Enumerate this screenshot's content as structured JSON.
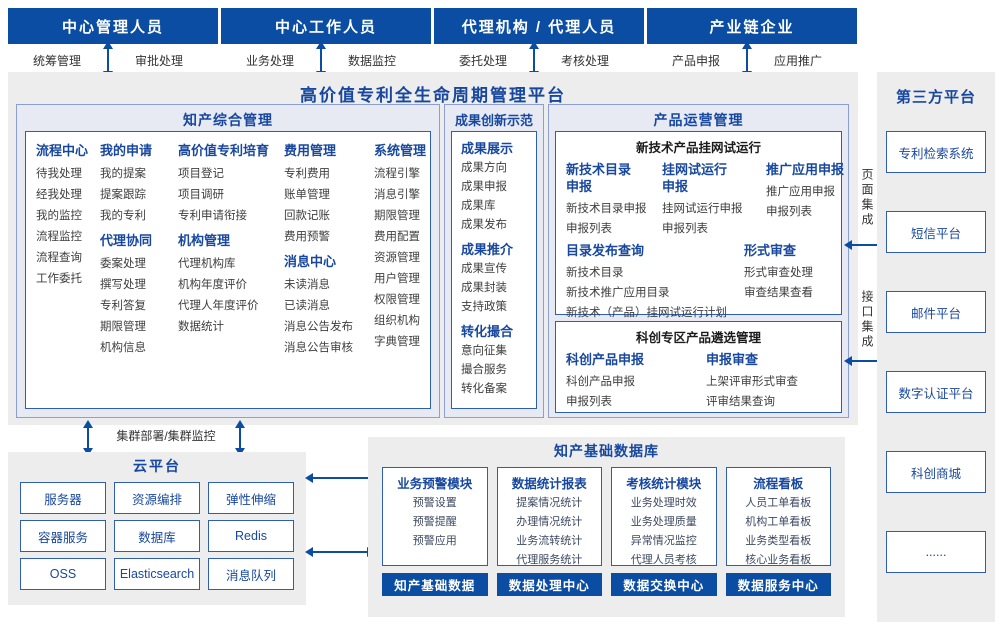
{
  "colors": {
    "primary_blue": "#0b4da2",
    "heading_blue": "#17479e",
    "panel_gray": "#ededed",
    "section_bg": "#e7e9f3",
    "white": "#ffffff"
  },
  "top_actors": [
    {
      "title": "中心管理人员",
      "left": "统筹管理",
      "right": "审批处理"
    },
    {
      "title": "中心工作人员",
      "left": "业务处理",
      "right": "数据监控"
    },
    {
      "title": "代理机构 / 代理人员",
      "left": "委托处理",
      "right": "考核处理"
    },
    {
      "title": "产业链企业",
      "left": "产品申报",
      "right": "应用推广"
    }
  ],
  "platform_title": "高价值专利全生命周期管理平台",
  "section_ip": {
    "title": "知产综合管理",
    "columns": [
      {
        "groups": [
          {
            "heading": "流程中心",
            "items": [
              "待我处理",
              "经我处理",
              "我的监控",
              "流程监控",
              "流程查询",
              "工作委托"
            ]
          }
        ]
      },
      {
        "groups": [
          {
            "heading": "我的申请",
            "items": [
              "我的提案",
              "提案跟踪",
              "我的专利"
            ]
          },
          {
            "heading": "代理协同",
            "items": [
              "委案处理",
              "撰写处理",
              "专利答复",
              "期限管理",
              "机构信息"
            ]
          }
        ]
      },
      {
        "groups": [
          {
            "heading": "高价值专利培育",
            "items": [
              "项目登记",
              "项目调研",
              "专利申请衔接"
            ]
          },
          {
            "heading": "机构管理",
            "items": [
              "代理机构库",
              "机构年度评价",
              "代理人年度评价",
              "数据统计"
            ]
          }
        ]
      },
      {
        "groups": [
          {
            "heading": "费用管理",
            "items": [
              "专利费用",
              "账单管理",
              "回款记账",
              "费用预警"
            ]
          },
          {
            "heading": "消息中心",
            "items": [
              "未读消息",
              "已读消息",
              "消息公告发布",
              "消息公告审核"
            ]
          }
        ]
      },
      {
        "groups": [
          {
            "heading": "系统管理",
            "items": [
              "流程引擎",
              "消息引擎",
              "期限管理",
              "费用配置",
              "资源管理",
              "用户管理",
              "权限管理",
              "组织机构",
              "字典管理"
            ]
          }
        ]
      }
    ]
  },
  "section_achievement": {
    "title": "成果创新示范",
    "groups": [
      {
        "heading": "成果展示",
        "items": [
          "成果方向",
          "成果申报",
          "成果库",
          "成果发布"
        ]
      },
      {
        "heading": "成果推介",
        "items": [
          "成果宣传",
          "成果封装",
          "支持政策"
        ]
      },
      {
        "heading": "转化撮合",
        "items": [
          "意向征集",
          "撮合服务",
          "转化备案"
        ]
      }
    ]
  },
  "section_product": {
    "title": "产品运营管理",
    "trial": {
      "title": "新技术产品挂网试运行",
      "columns": [
        {
          "heading": "新技术目录申报",
          "items": [
            "新技术目录申报",
            "申报列表"
          ]
        },
        {
          "heading": "挂网试运行申报",
          "items": [
            "挂网试运行申报",
            "申报列表"
          ]
        },
        {
          "heading": "推广应用申报",
          "items": [
            "推广应用申报",
            "申报列表"
          ]
        }
      ],
      "catalog": {
        "heading": "目录发布查询",
        "row1": [
          "新技术目录",
          "新技术推广应用目录"
        ],
        "row2": "新技术（产品）挂网试运行计划"
      },
      "review": {
        "heading": "形式审查",
        "items": [
          "形式审查处理",
          "审查结果查看"
        ]
      }
    },
    "selection": {
      "title": "科创专区产品遴选管理",
      "columns": [
        {
          "heading": "科创产品申报",
          "items": [
            "科创产品申报",
            "申报列表"
          ]
        },
        {
          "heading": "申报审查",
          "items": [
            "上架评审形式审查",
            "评审结果查询"
          ]
        }
      ]
    }
  },
  "cluster_label": "集群部署/集群监控",
  "cloud": {
    "title": "云平台",
    "services": [
      "服务器",
      "资源编排",
      "弹性伸缩",
      "容器服务",
      "数据库",
      "Redis",
      "OSS",
      "Elasticsearch",
      "消息队列"
    ]
  },
  "database": {
    "title": "知产基础数据库",
    "columns": [
      {
        "heading": "业务预警模块",
        "items": [
          "预警设置",
          "预警提醒",
          "预警应用"
        ],
        "bar": "知产基础数据"
      },
      {
        "heading": "数据统计报表",
        "items": [
          "提案情况统计",
          "办理情况统计",
          "业务流转统计",
          "代理服务统计"
        ],
        "bar": "数据处理中心"
      },
      {
        "heading": "考核统计模块",
        "items": [
          "业务处理时效",
          "业务处理质量",
          "异常情况监控",
          "代理人员考核"
        ],
        "bar": "数据交换中心"
      },
      {
        "heading": "流程看板",
        "items": [
          "人员工单看板",
          "机构工单看板",
          "业务类型看板",
          "核心业务看板"
        ],
        "bar": "数据服务中心"
      }
    ]
  },
  "integration": {
    "page": "页面集成",
    "api": "接口集成"
  },
  "third_party": {
    "title": "第三方平台",
    "platforms": [
      "专利检索系统",
      "短信平台",
      "邮件平台",
      "数字认证平台",
      "科创商城",
      "......"
    ]
  }
}
